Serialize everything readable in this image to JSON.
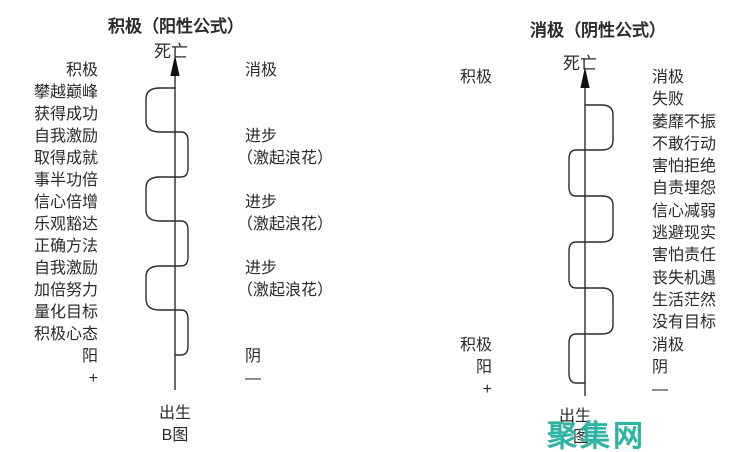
{
  "colors": {
    "background": "#ffffff",
    "ink": "#2a2a2a",
    "watermark_teal": "#2fb3a3"
  },
  "watermark": {
    "text": "聚集网"
  },
  "diagrams": [
    {
      "id": "yang-positive",
      "title": "积极（阳性公式）",
      "top_label": "死亡",
      "bottom_label": "出生",
      "caption": "B图",
      "left_column": [
        "积极",
        "攀越巅峰",
        "获得成功",
        "自我激励",
        "取得成就",
        "事半功倍",
        "信心倍增",
        "乐观豁达",
        "正确方法",
        "自我激励",
        "加倍努力",
        "量化目标",
        "积极心态",
        "阳",
        "+"
      ],
      "right_column": [
        "消极",
        "",
        "",
        "进步",
        "（激起浪花）",
        "",
        "进步",
        "（激起浪花）",
        "",
        "进步",
        "（激起浪花）",
        "",
        "",
        "阴",
        "—"
      ]
    },
    {
      "id": "yin-negative",
      "title": "消极（阴性公式）",
      "top_label": "死亡",
      "bottom_label": "出生",
      "caption": "图",
      "left_column": [
        "积极",
        "",
        "",
        "",
        "",
        "",
        "",
        "",
        "",
        "",
        "",
        "",
        "积极",
        "阳",
        "+"
      ],
      "right_column": [
        "消极",
        "失败",
        "萎靡不振",
        "不敢行动",
        "害怕拒绝",
        "自责埋怨",
        "信心减弱",
        "逃避现实",
        "害怕责任",
        "丧失机遇",
        "生活茫然",
        "没有目标",
        "消极",
        "阴",
        "—"
      ]
    }
  ]
}
